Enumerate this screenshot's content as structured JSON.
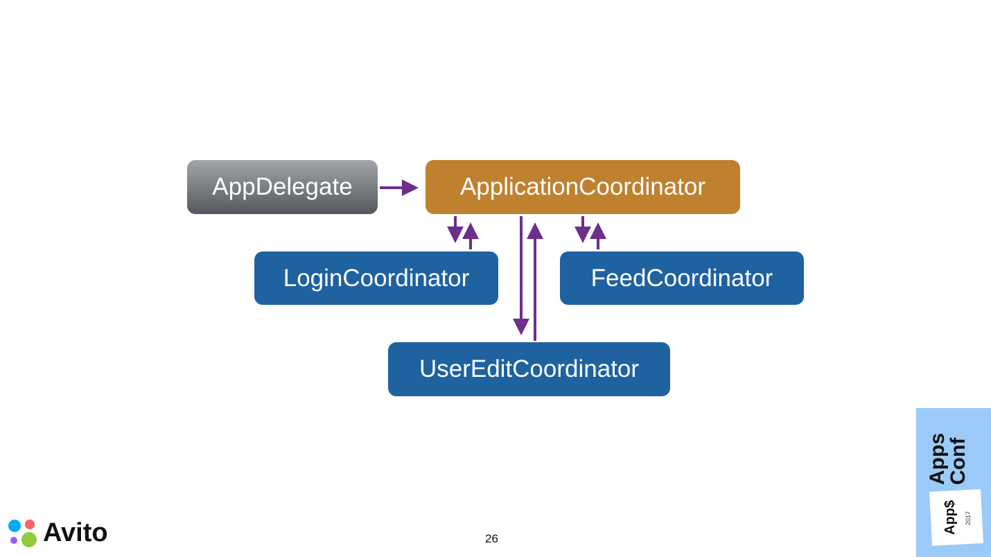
{
  "nodes": {
    "app_delegate": "AppDelegate",
    "application_coordinator": "ApplicationCoordinator",
    "login_coordinator": "LoginCoordinator",
    "feed_coordinator": "FeedCoordinator",
    "user_edit_coordinator": "UserEditCoordinator"
  },
  "colors": {
    "arrow": "#6e2e8c",
    "root": "#c0812f",
    "child": "#1f62a0"
  },
  "page_number": "26",
  "logos": {
    "brand": "Avito",
    "conference": "Apps Conf",
    "conference_badge": "App$",
    "conference_year": "2017"
  }
}
